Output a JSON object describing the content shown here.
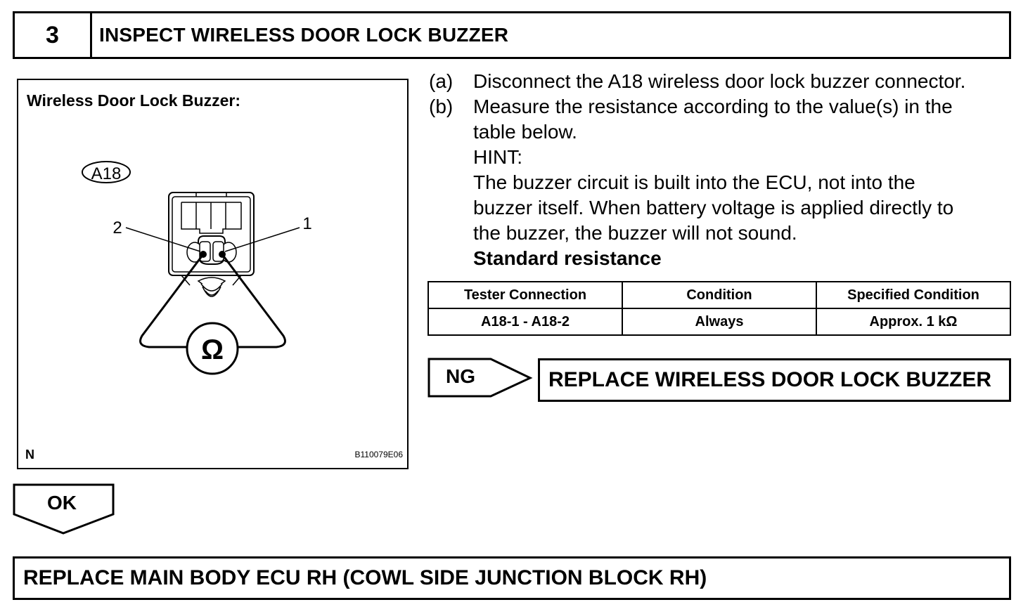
{
  "header": {
    "number": "3",
    "title": "INSPECT WIRELESS DOOR LOCK BUZZER"
  },
  "figure": {
    "title": "Wireless Door Lock Buzzer:",
    "connector_code": "A18",
    "pin_left": "2",
    "pin_right": "1",
    "meter_symbol": "Ω",
    "corner_mark": "N",
    "image_code": "B110079E06"
  },
  "steps": {
    "a_letter": "(a)",
    "a_text": "Disconnect the A18 wireless door lock buzzer connector.",
    "b_letter": "(b)",
    "b_line1": "Measure the resistance according to the value(s) in the",
    "b_line2": "table below.",
    "hint_label": "HINT:",
    "hint_line1": "The buzzer circuit is built into the ECU, not into the",
    "hint_line2": "buzzer itself. When battery voltage is applied directly to",
    "hint_line3": "the buzzer, the buzzer will not sound.",
    "standard_label": "Standard resistance"
  },
  "table": {
    "headers": [
      "Tester Connection",
      "Condition",
      "Specified Condition"
    ],
    "rows": [
      [
        "A18-1 - A18-2",
        "Always",
        "Approx. 1 kΩ"
      ]
    ]
  },
  "ng": {
    "label": "NG",
    "action": "REPLACE WIRELESS DOOR LOCK BUZZER"
  },
  "ok": {
    "label": "OK",
    "action": "REPLACE MAIN BODY ECU RH (COWL SIDE JUNCTION BLOCK RH)"
  }
}
